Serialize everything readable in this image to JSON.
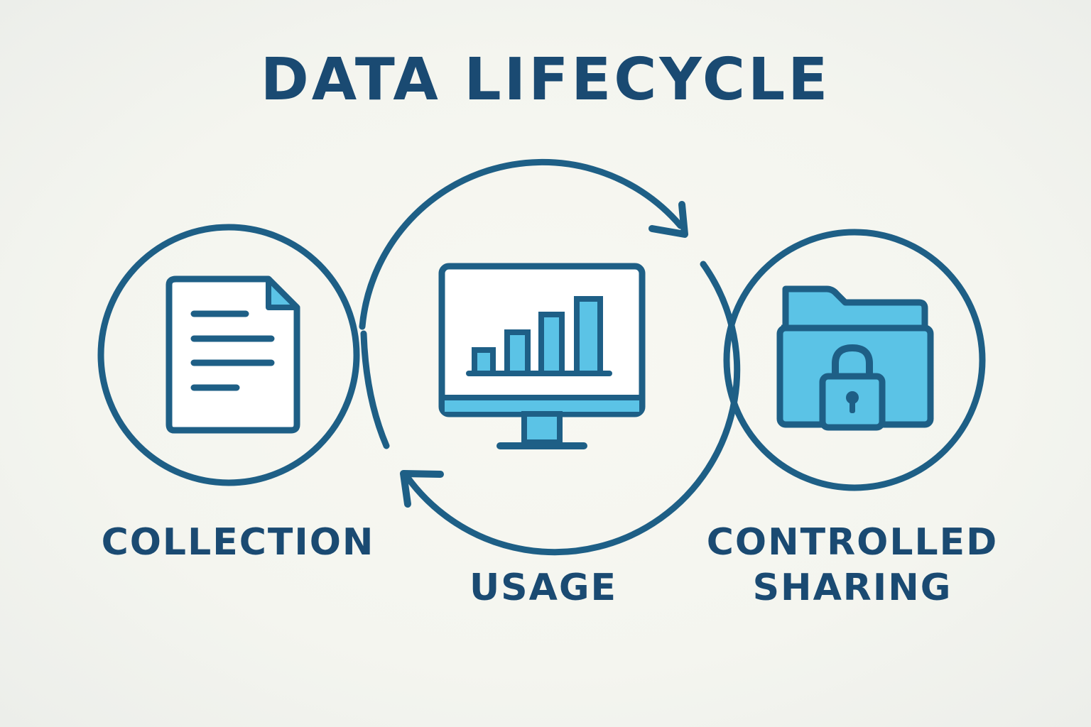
{
  "title": "DATA LIFECYCLE",
  "stages": [
    {
      "label": "COLLECTION",
      "icon": "document-icon"
    },
    {
      "label": "USAGE",
      "icon": "monitor-bar-chart-icon"
    },
    {
      "label_lines": [
        "CONTROLLED",
        "SHARING"
      ],
      "icon": "locked-folder-icon"
    }
  ],
  "colors": {
    "primary": "#1a4a72",
    "outline": "#1e5f86",
    "accent": "#5bc3e6",
    "background": "#f6f6f0"
  }
}
